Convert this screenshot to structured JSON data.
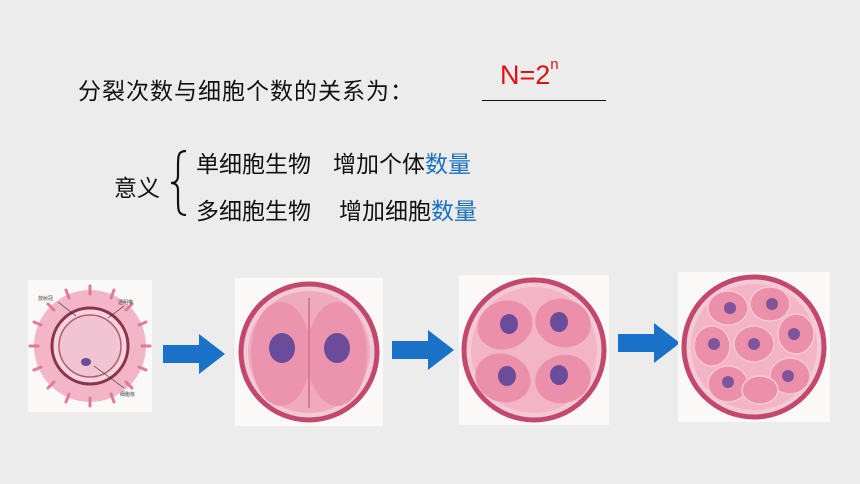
{
  "question": {
    "label": "分裂次数与细胞个数的关系为：",
    "answer_base": "N=2",
    "answer_exp": "n"
  },
  "meaning": {
    "label": "意义",
    "lines": [
      {
        "subject": "单细胞生物",
        "effect_prefix": "增加个体",
        "effect_highlight": "数量"
      },
      {
        "subject": "多细胞生物",
        "effect_prefix": "增加细胞",
        "effect_highlight": "数量"
      }
    ]
  },
  "colors": {
    "answer": "#e01010",
    "highlight": "#1a6fc0",
    "arrow": "#1a72c8",
    "cell": "#e87f9c",
    "nucleus": "#6b4c9a"
  },
  "figures": [
    {
      "name": "fertilized-egg",
      "cells": 1
    },
    {
      "name": "two-cell-stage",
      "cells": 2
    },
    {
      "name": "four-cell-stage",
      "cells": 4
    },
    {
      "name": "eight-cell-stage",
      "cells": 8
    }
  ]
}
